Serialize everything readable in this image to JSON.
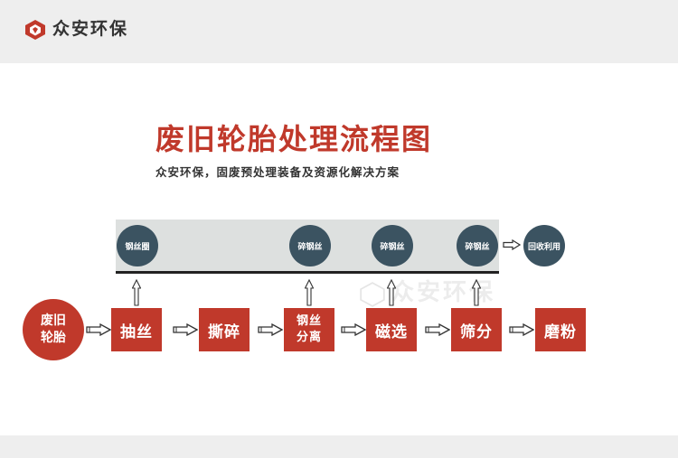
{
  "header": {
    "brand": "众安环保"
  },
  "diagram": {
    "title": "废旧轮胎处理流程图",
    "subtitle": "众安环保，固废预处理装备及资源化解决方案",
    "start": {
      "line1": "废旧",
      "line2": "轮胎"
    },
    "steps": [
      {
        "label": "抽丝"
      },
      {
        "label": "撕碎"
      },
      {
        "line1": "钢丝",
        "line2": "分离"
      },
      {
        "label": "磁选"
      },
      {
        "label": "筛分"
      },
      {
        "label": "磨粉"
      }
    ],
    "outputs": [
      {
        "label": "钢丝圈"
      },
      {
        "label": "碎钢丝"
      },
      {
        "label": "碎钢丝"
      },
      {
        "label": "碎钢丝"
      },
      {
        "label": "回收利用"
      }
    ],
    "watermark": "众安环保",
    "colors": {
      "accent": "#c0392b",
      "node_dark": "#3b5361",
      "band": "#dde0df"
    }
  }
}
